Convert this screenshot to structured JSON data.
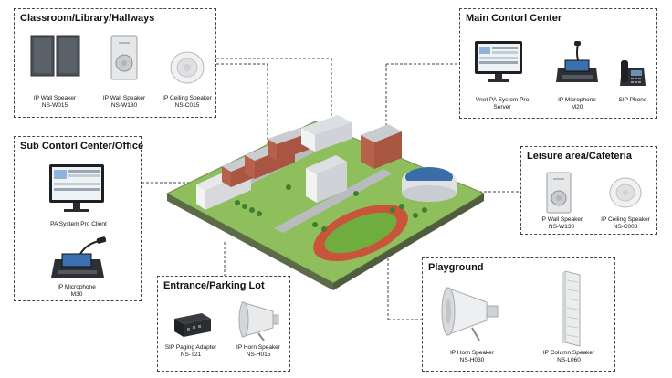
{
  "panels": {
    "classroom": {
      "title": "Classroom/Library/Hallways",
      "devices": [
        {
          "name": "IP Wall Speaker",
          "model": "NS-W015"
        },
        {
          "name": "IP Wall Speaker",
          "model": "NS-W130"
        },
        {
          "name": "IP Ceiling Speaker",
          "model": "NS-C015"
        }
      ]
    },
    "main_control": {
      "title": "Main Contorl Center",
      "devices": [
        {
          "name": "Vnet PA System Pro",
          "model": "Server"
        },
        {
          "name": "IP Microphone",
          "model": "M20"
        },
        {
          "name": "SIP Phone",
          "model": ""
        }
      ]
    },
    "sub_control": {
      "title": "Sub Contorl Center/Office",
      "devices": [
        {
          "name": "PA System Pro Client",
          "model": ""
        },
        {
          "name": "IP Microphone",
          "model": "M30"
        }
      ]
    },
    "leisure": {
      "title": "Leisure area/Cafeteria",
      "devices": [
        {
          "name": "IP Wall Speaker",
          "model": "NS-W130"
        },
        {
          "name": "IP Ceiling Speaker",
          "model": "NS-C008"
        }
      ]
    },
    "entrance": {
      "title": "Entrance/Parking Lot",
      "devices": [
        {
          "name": "SIP Paging Adapter",
          "model": "NS-T21"
        },
        {
          "name": "IP Horn Speaker",
          "model": "NS-H015"
        }
      ]
    },
    "playground": {
      "title": "Playground",
      "devices": [
        {
          "name": "IP Horn Speaker",
          "model": "NS-H030"
        },
        {
          "name": "IP Column Speaker",
          "model": "NS-L060"
        }
      ]
    }
  },
  "colors": {
    "border": "#444444",
    "grass": "#7fb54a",
    "track": "#c8543a",
    "building_roof": "#c9cdd2",
    "building_red": "#b8614a",
    "speaker_dark": "#4a5058"
  }
}
